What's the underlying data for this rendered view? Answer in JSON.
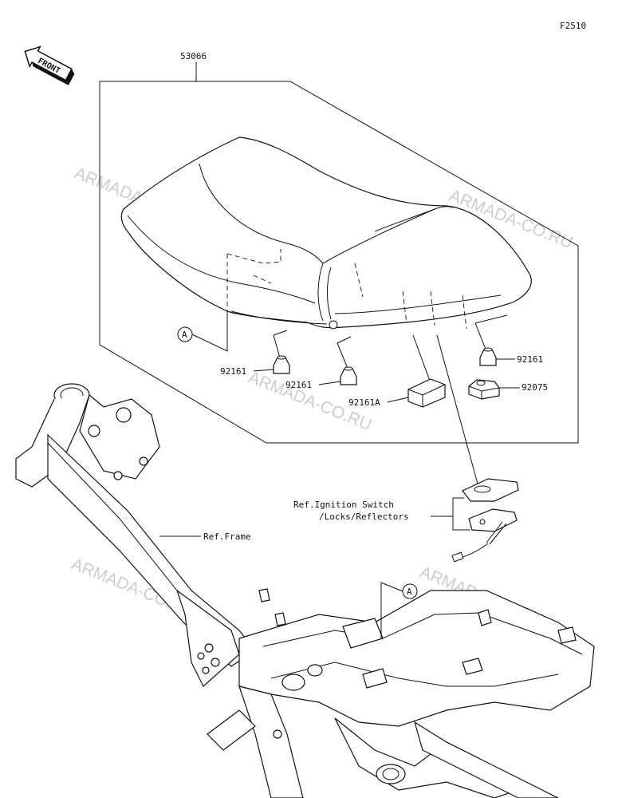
{
  "figure_code": "F2510",
  "front_badge": "FRONT",
  "callouts": {
    "seat_assembly": "53066",
    "damper_left_a": "92161",
    "damper_left_b": "92161",
    "damper_right": "92161",
    "damper_block": "92161A",
    "damper_rear": "92075",
    "ref_ignition_line1": "Ref.Ignition Switch",
    "ref_ignition_line2": "/Locks/Reflectors",
    "ref_frame": "Ref.Frame",
    "circle_a_top": "A",
    "circle_a_bottom": "A"
  },
  "watermark": "ARMADA-CO.RU"
}
